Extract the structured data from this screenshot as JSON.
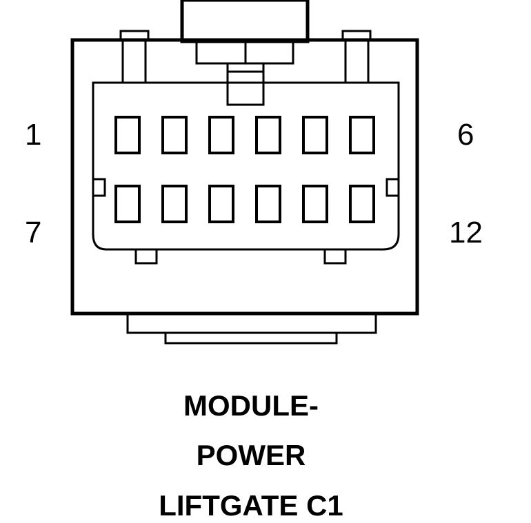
{
  "connector": {
    "pin_labels": {
      "top_left": "1",
      "top_right": "6",
      "bottom_left": "7",
      "bottom_right": "12"
    },
    "cavity_rows": 2,
    "cavity_columns": 6
  },
  "caption": {
    "line1": "MODULE-",
    "line2": "POWER",
    "line3": "LIFTGATE C1"
  },
  "colors": {
    "line": "#000000",
    "background": "#ffffff"
  }
}
